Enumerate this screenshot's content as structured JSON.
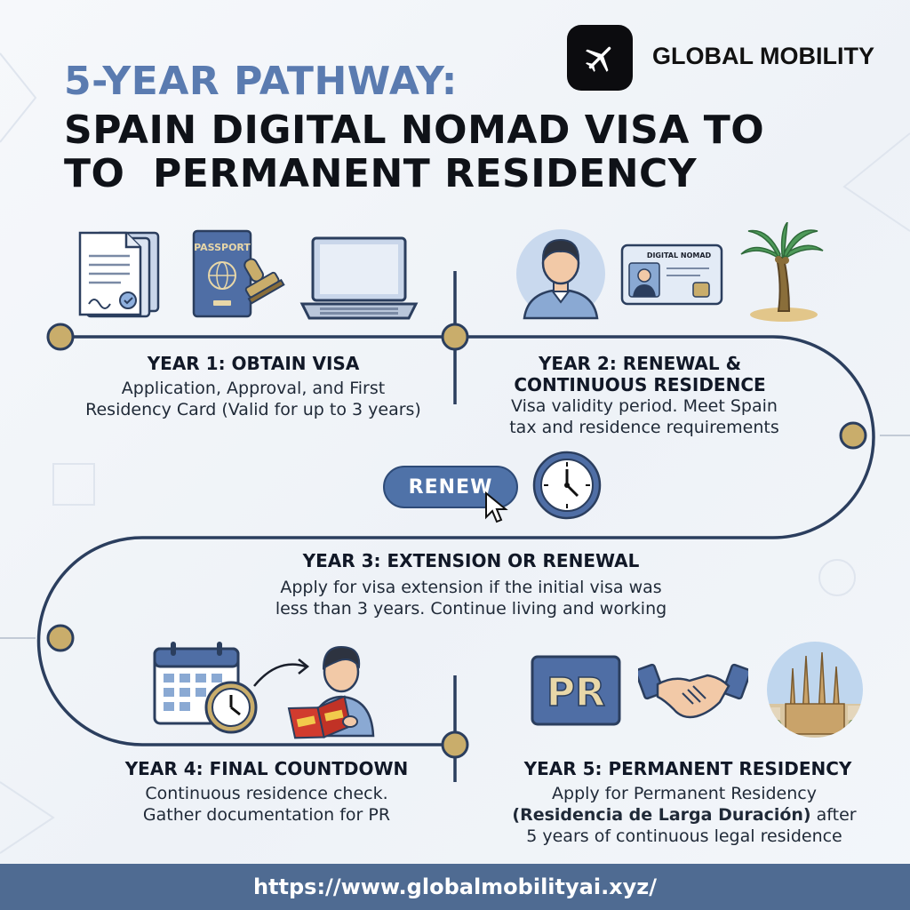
{
  "brand": {
    "name": "GLOBAL MOBILITY",
    "logo_icon": "airplane-icon"
  },
  "title": {
    "line1": "5-YEAR PATHWAY:",
    "line2": "SPAIN DIGITAL NOMAD VISA TO",
    "line3": "TO  PERMANENT RESIDENCY"
  },
  "icons": {
    "year1": [
      "document-icon",
      "passport-icon",
      "laptop-icon"
    ],
    "year2": [
      "person-icon",
      "id-card-icon",
      "palm-tree-icon"
    ],
    "year4": [
      "calendar-clock-icon",
      "reading-person-icon"
    ],
    "year5": [
      "pr-badge-icon",
      "handshake-icon",
      "sagrada-familia-icon"
    ]
  },
  "passport_label": "PASSPORT",
  "id_card_label": "DIGITAL NOMAD",
  "pr_label": "PR",
  "years": {
    "y1": {
      "title": "YEAR 1: OBTAIN VISA",
      "desc_line1": "Application, Approval, and First",
      "desc_line2": "Residency Card (Valid for up to 3 years)"
    },
    "y2": {
      "title_line1": "YEAR 2: RENEWAL &",
      "title_line2": "CONTINUOUS RESIDENCE",
      "desc_line1": "Visa validity period. Meet Spain",
      "desc_line2": "tax and residence requirements"
    },
    "y3": {
      "title": "YEAR 3: EXTENSION OR RENEWAL",
      "desc_line1": "Apply for visa extension if the initial visa was",
      "desc_line2": "less than 3 years. Continue living and working"
    },
    "y4": {
      "title": "YEAR 4: FINAL COUNTDOWN",
      "desc_line1": "Continuous residence check.",
      "desc_line2": "Gather documentation for PR"
    },
    "y5": {
      "title": "YEAR 5: PERMANENT RESIDENCY",
      "desc_line1": "Apply for Permanent Residency",
      "desc_bold": "(Residencia de Larga Duración)",
      "desc_after": " after",
      "desc_line3": "5 years of continuous legal residence"
    }
  },
  "renew_button": "RENEW",
  "footer_url": "https://www.globalmobilityai.xyz/",
  "colors": {
    "accent": "#4f72a8",
    "title_blue": "#5a7bb0",
    "path": "#2b3e5e",
    "node": "#c9ad6b",
    "footer": "#4f6b92"
  }
}
